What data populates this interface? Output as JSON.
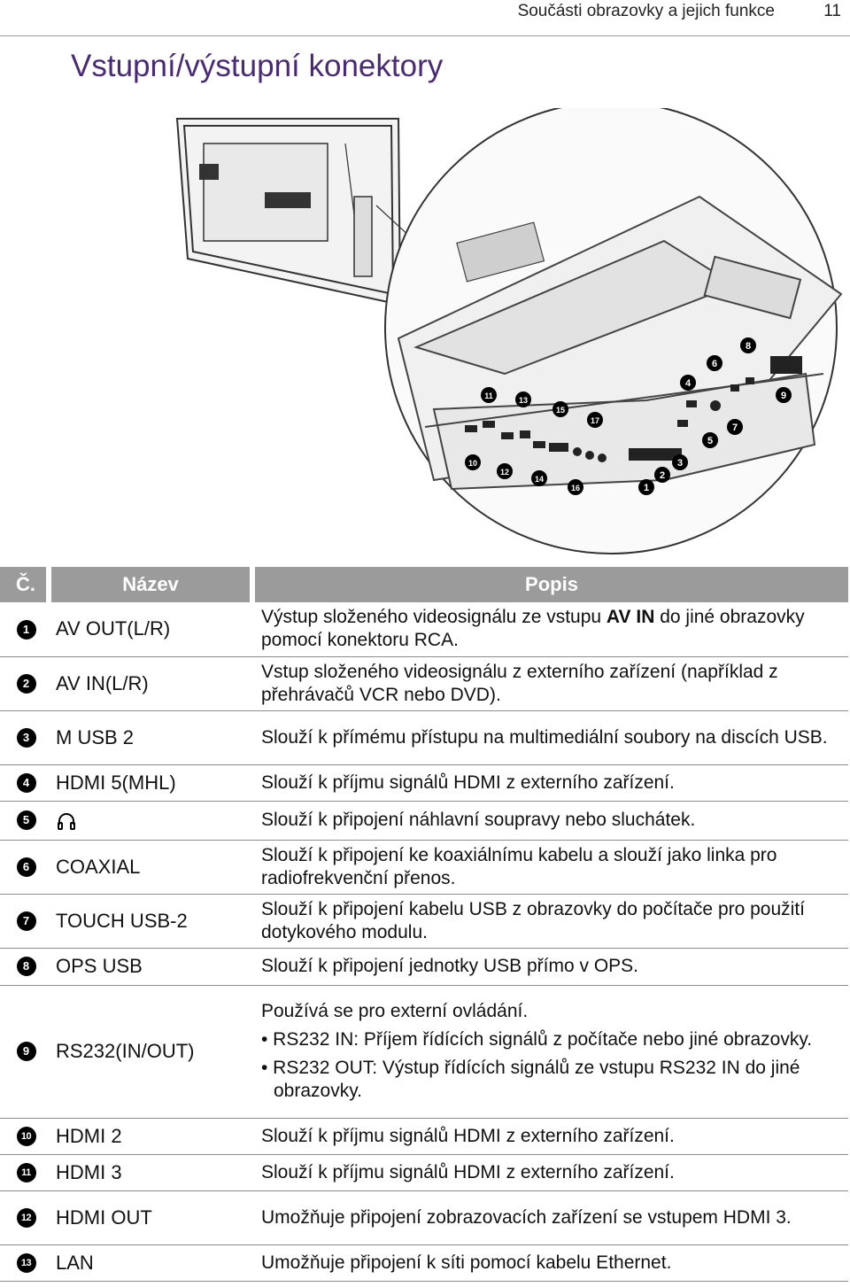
{
  "header": {
    "section": "Součásti obrazovky a jejich funkce",
    "page": "11"
  },
  "title": "Vstupní/výstupní konektory",
  "diagram": {
    "callouts": [
      "1",
      "2",
      "3",
      "4",
      "5",
      "6",
      "7",
      "8",
      "9",
      "10",
      "11",
      "12",
      "13",
      "14",
      "15",
      "16",
      "17"
    ]
  },
  "table": {
    "headers": {
      "num": "Č.",
      "name": "Název",
      "desc": "Popis"
    },
    "rows": [
      {
        "num": "1",
        "name": "AV OUT(L/R)",
        "desc_a": "Výstup složeného videosignálu ze vstupu ",
        "desc_b": "AV IN",
        "desc_c": " do jiné obrazovky pomocí konektoru RCA."
      },
      {
        "num": "2",
        "name": "AV IN(L/R)",
        "desc": "Vstup složeného videosignálu z externího zařízení (například z přehrávačů VCR nebo DVD)."
      },
      {
        "num": "3",
        "name": "M USB 2",
        "desc": "Slouží k přímému přístupu na multimediální soubory na discích USB."
      },
      {
        "num": "4",
        "name": "HDMI 5(MHL)",
        "desc": "Slouží k příjmu signálů HDMI z externího zařízení."
      },
      {
        "num": "5",
        "name": "",
        "icon": "headphone-icon",
        "desc": "Slouží k připojení náhlavní soupravy nebo sluchátek."
      },
      {
        "num": "6",
        "name": "COAXIAL",
        "desc": "Slouží k připojení ke koaxiálnímu kabelu a slouží jako linka pro radiofrekvenční přenos."
      },
      {
        "num": "7",
        "name": "TOUCH USB-2",
        "desc": "Slouží k připojení kabelu USB z obrazovky do počítače pro použití dotykového modulu."
      },
      {
        "num": "8",
        "name": "OPS USB",
        "desc": "Slouží k připojení jednotky USB přímo v OPS."
      },
      {
        "num": "9",
        "name": "RS232(IN/OUT)",
        "desc": "Používá se pro externí ovládání.",
        "bullets": [
          "• RS232 IN: Příjem řídících signálů z počítače nebo jiné obrazovky.",
          "• RS232 OUT: Výstup řídících signálů ze vstupu RS232 IN do jiné obrazovky."
        ]
      },
      {
        "num": "10",
        "name": "HDMI 2",
        "desc": "Slouží k příjmu signálů HDMI z externího zařízení."
      },
      {
        "num": "11",
        "name": "HDMI 3",
        "desc": "Slouží k příjmu signálů HDMI z externího zařízení."
      },
      {
        "num": "12",
        "name": "HDMI OUT",
        "desc": "Umožňuje připojení zobrazovacích zařízení se vstupem HDMI 3."
      },
      {
        "num": "13",
        "name": "LAN",
        "desc": "Umožňuje připojení k síti pomocí kabelu Ethernet."
      }
    ]
  }
}
